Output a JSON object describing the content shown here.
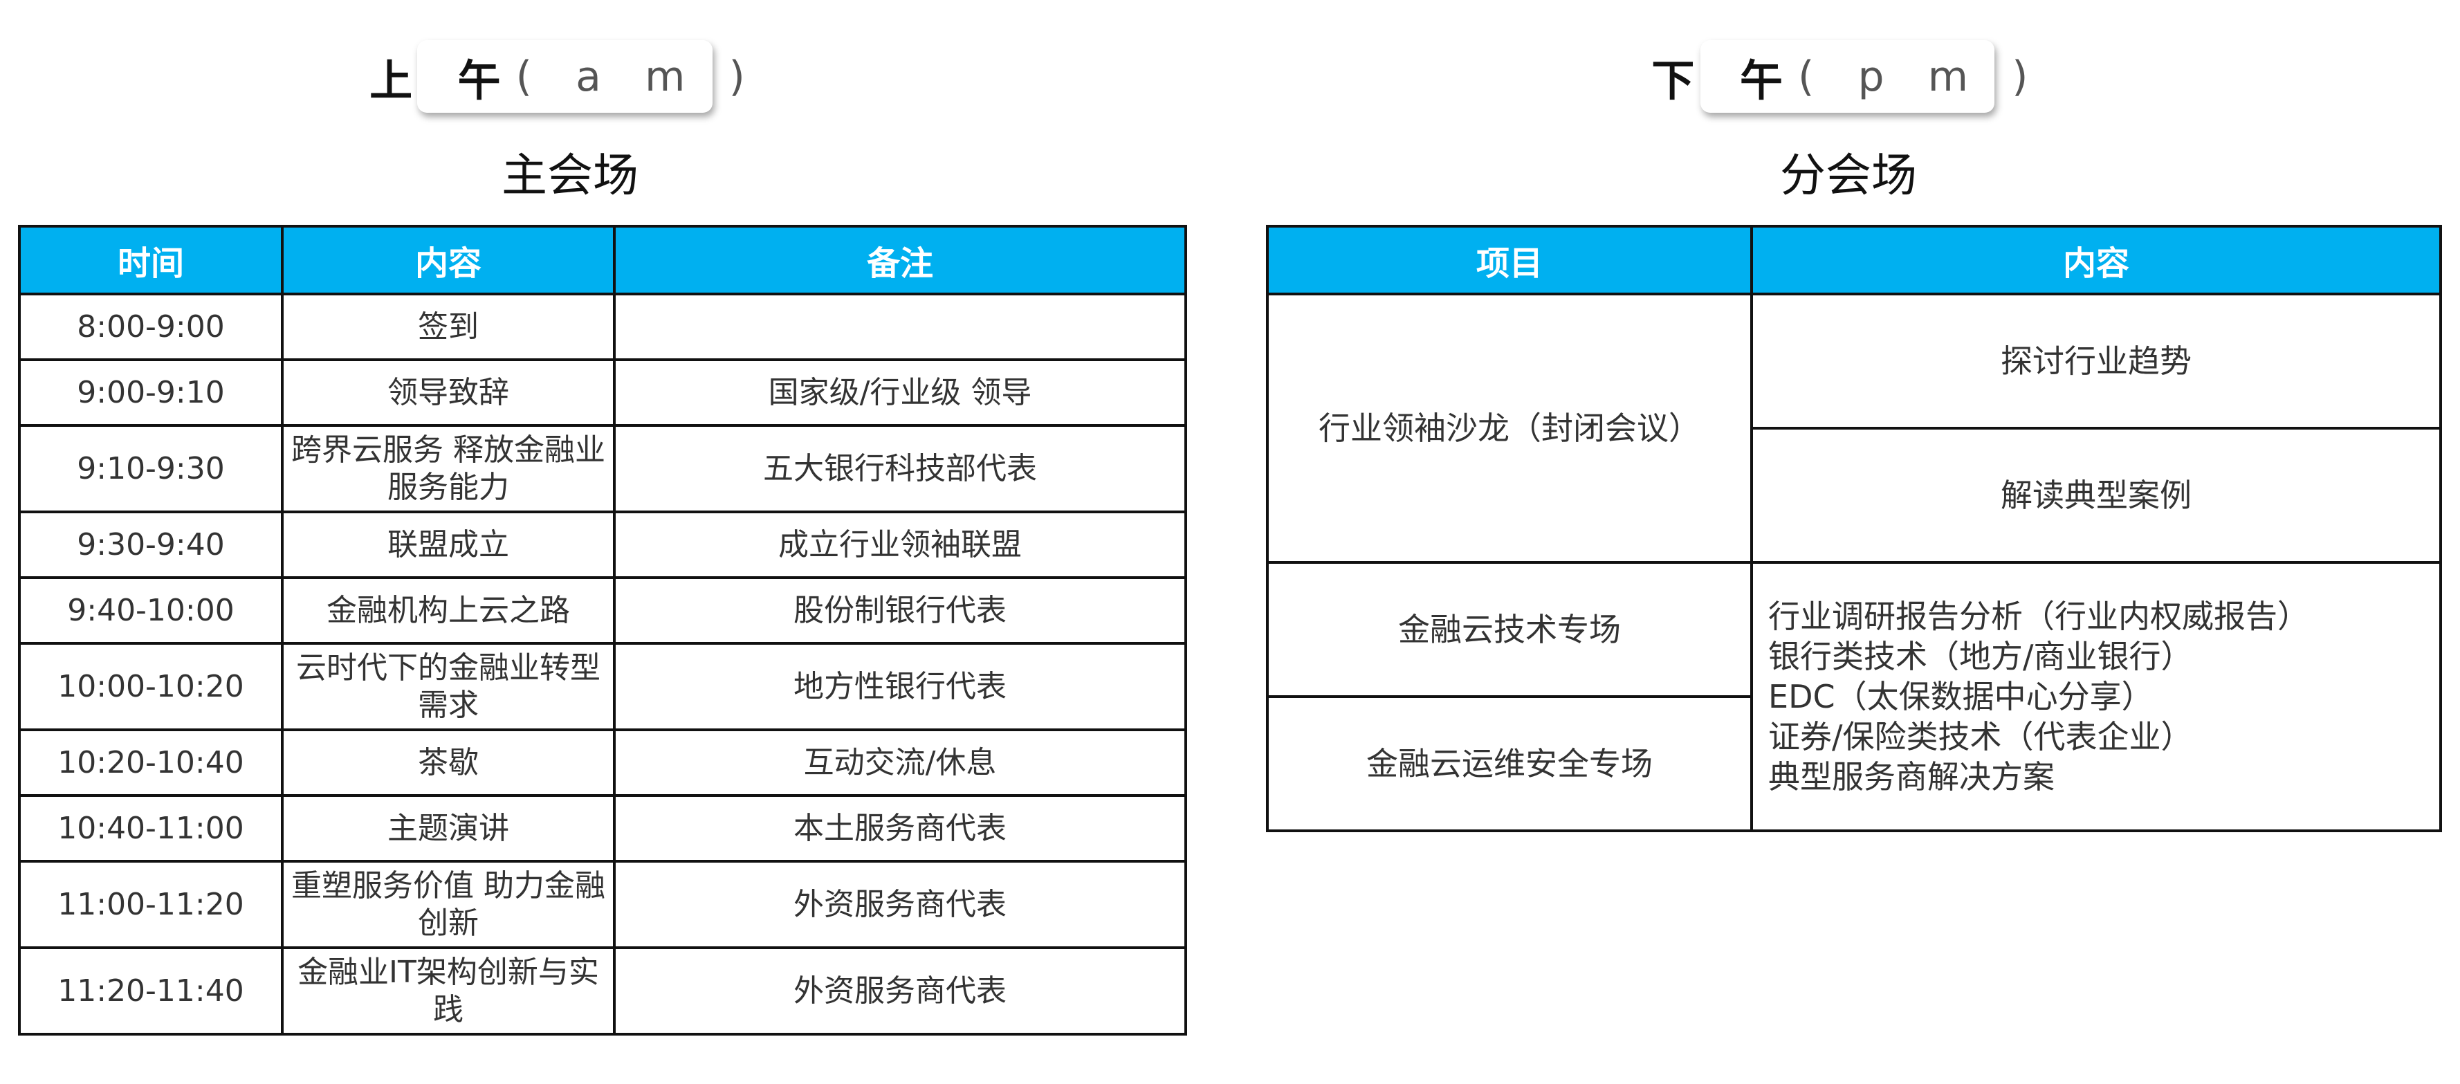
{
  "am": {
    "badge_main": "上 午",
    "badge_sub": "( a m )",
    "session": "主会场",
    "headers": [
      "时间",
      "内容",
      "备注"
    ],
    "rows": [
      {
        "time": "8:00-9:00",
        "content": "签到",
        "note": ""
      },
      {
        "time": "9:00-9:10",
        "content": "领导致辞",
        "note": "国家级/行业级 领导"
      },
      {
        "time": "9:10-9:30",
        "content": "跨界云服务 释放金融业服务能力",
        "note": "五大银行科技部代表"
      },
      {
        "time": "9:30-9:40",
        "content": "联盟成立",
        "note": "成立行业领袖联盟"
      },
      {
        "time": "9:40-10:00",
        "content": "金融机构上云之路",
        "note": "股份制银行代表"
      },
      {
        "time": "10:00-10:20",
        "content": "云时代下的金融业转型需求",
        "note": "地方性银行代表"
      },
      {
        "time": "10:20-10:40",
        "content": "茶歇",
        "note": "互动交流/休息"
      },
      {
        "time": "10:40-11:00",
        "content": "主题演讲",
        "note": "本土服务商代表"
      },
      {
        "time": "11:00-11:20",
        "content": "重塑服务价值  助力金融创新",
        "note": "外资服务商代表"
      },
      {
        "time": "11:20-11:40",
        "content": "金融业IT架构创新与实践",
        "note": "外资服务商代表"
      }
    ]
  },
  "pm": {
    "badge_main": "下 午",
    "badge_sub": "( p m )",
    "session": "分会场",
    "headers": [
      "项目",
      "内容"
    ],
    "salon": "行业领袖沙龙（封闭会议）",
    "salon_items": [
      "探讨行业趋势",
      "解读典型案例"
    ],
    "tech": "金融云技术专场",
    "ops": "金融云运维安全专场",
    "list": [
      "行业调研报告分析（行业内权威报告）",
      "银行类技术（地方/商业银行）",
      "EDC（太保数据中心分享）",
      "证券/保险类技术（代表企业）",
      "典型服务商解决方案"
    ]
  }
}
